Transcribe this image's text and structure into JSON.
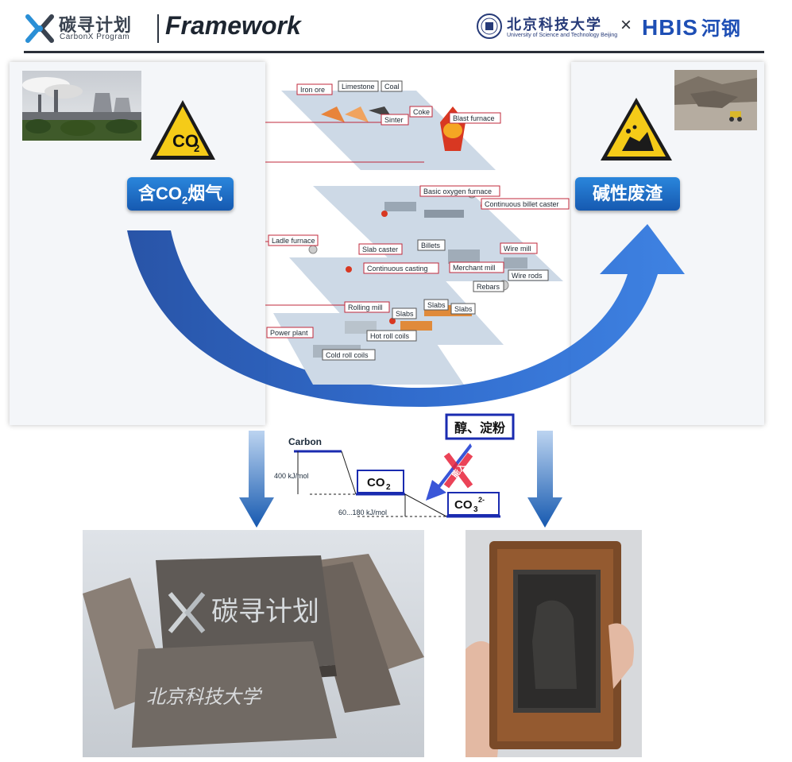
{
  "header": {
    "brand_cn": "碳寻计划",
    "brand_en": "CarbonX Program",
    "title": "Framework",
    "university_cn": "北京科技大学",
    "university_en": "University of Science and Technology Beijing",
    "times": "×",
    "partner_logo_latin": "HBIS",
    "partner_logo_cn": "河钢"
  },
  "left": {
    "warning_text": "CO",
    "warning_sub": "2",
    "label_pre": "含CO",
    "label_sub": "2",
    "label_post": "烟气"
  },
  "right": {
    "label": "碱性废渣"
  },
  "plant": {
    "labels": [
      "Iron ore",
      "Limestone",
      "Coal",
      "Coke",
      "Sinter",
      "Blast furnace",
      "Basic oxygen furnace",
      "Continuous billet caster",
      "Ladle furnace",
      "Billets",
      "Wire mill",
      "Slab caster",
      "Merchant mill",
      "Continuous casting",
      "Rebars",
      "Wire rods",
      "Rolling mill",
      "Slabs",
      "Slabs",
      "Slabs",
      "Power plant",
      "Hot roll coils",
      "Cold roll coils"
    ]
  },
  "energy": {
    "carbon": "Carbon",
    "e1": "400 kJ/mol",
    "e2": "60...180 kJ/mol",
    "co2": "CO",
    "co2_sub": "2",
    "co3": "CO",
    "co3_sub": "3",
    "co3_sup": "2-",
    "products": "醇、淀粉",
    "energy_in": "能入"
  },
  "bottom": {
    "brick_logo_text": "碳寻计划",
    "brick_univ_text": "北京科技大学"
  },
  "colors": {
    "accent_blue": "#1659b0",
    "arc_blue": "#1f5fc8",
    "label_red": "#c0283b",
    "warning_yellow": "#f5cb18"
  }
}
